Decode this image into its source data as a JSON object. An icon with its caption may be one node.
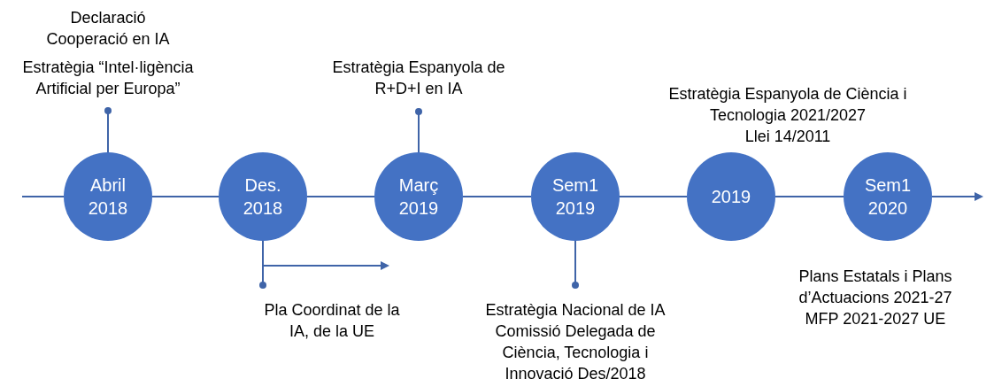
{
  "diagram": {
    "nodes": [
      {
        "text": [
          "Abril 2018"
        ]
      },
      {
        "text": [
          "Des. 2018"
        ]
      },
      {
        "text": [
          "Març 2019"
        ]
      },
      {
        "text": [
          "Sem1 2019"
        ]
      },
      {
        "text": [
          "2019"
        ],
        "beside": [
          "Estratègia Espanyola de Ciència i Tecnologia 2021/2027",
          "Llei 14/2011"
        ]
      },
      {
        "text": [
          "Sem1 2020"
        ],
        "beside": [
          "Plans Estatals i Plans d’Actuacions 2021-27",
          "MFP 2021-2027 UE"
        ]
      },
      {
        "text": [
          "Declaració Cooperació en IA",
          "Estratègia “Intel·ligència Artificial per Europa”"
        ]
      },
      {
        "text": [
          "Pla Coordinat de la IA, de la UE"
        ]
      },
      {
        "text": [
          "Estratègia Espanyola de R+D+I en IA"
        ]
      },
      {
        "text": [
          "Estratègia Nacional de IA",
          "Comissió Delegada de Ciència, Tecnologia i Innovació Des/2018"
        ]
      }
    ],
    "edges": [
      {
        "from": null,
        "to": 0,
        "arrow": "none"
      },
      {
        "from": 0,
        "to": 1,
        "arrow": "none"
      },
      {
        "from": 1,
        "to": 2,
        "arrow": "none"
      },
      {
        "from": 2,
        "to": 3,
        "arrow": "none"
      },
      {
        "from": 3,
        "to": 4,
        "arrow": "none"
      },
      {
        "from": 4,
        "to": 5,
        "arrow": "none"
      },
      {
        "from": 5,
        "to": null,
        "arrow": "to"
      },
      {
        "from": 6,
        "to": 0,
        "arrow": "other"
      },
      {
        "from": 7,
        "to": 1,
        "arrow": "other"
      },
      {
        "from": 8,
        "to": 2,
        "arrow": "other"
      },
      {
        "from": 9,
        "to": 3,
        "arrow": "other"
      },
      {
        "from": 1,
        "to": 2,
        "arrow": "to"
      }
    ]
  }
}
